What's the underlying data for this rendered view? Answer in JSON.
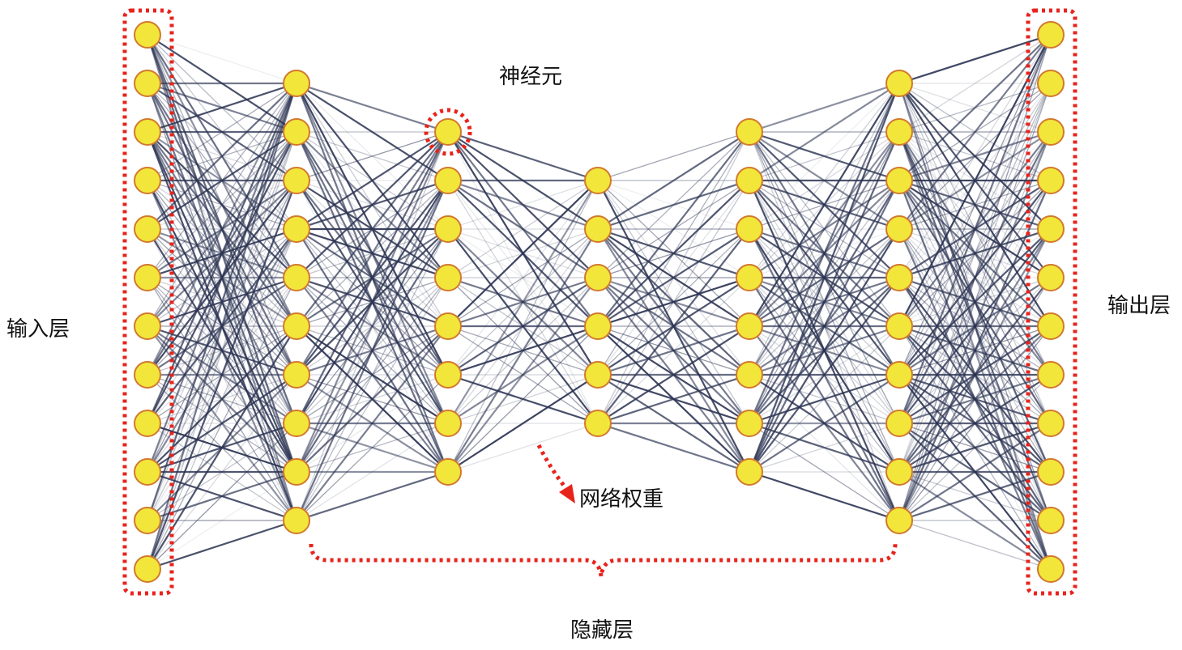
{
  "labels": {
    "input_layer": "输入层",
    "output_layer": "输出层",
    "hidden_layers": "隐藏层",
    "neuron": "神经元",
    "weights": "网络权重"
  },
  "network": {
    "layer_sizes": [
      12,
      10,
      8,
      6,
      8,
      10,
      12
    ]
  },
  "colors": {
    "node_fill": "#f2e63a",
    "node_stroke": "#d2792e",
    "edge": "#2b3352",
    "highlight": "#e8231c"
  }
}
